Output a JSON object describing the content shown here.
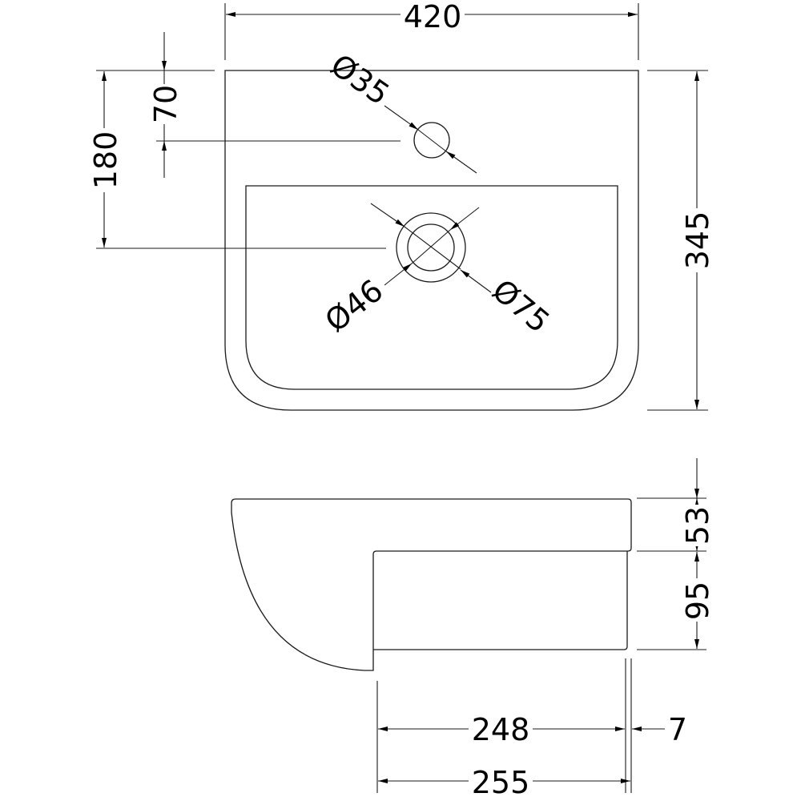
{
  "drawing": {
    "plan_view": {
      "width": "420",
      "depth": "345",
      "tap_hole_offset": "70",
      "waste_offset": "180",
      "tap_hole_diameter": "Ø35",
      "waste_inner_diameter": "Ø46",
      "waste_outer_diameter": "Ø75"
    },
    "side_view": {
      "rim_height": "53",
      "body_height": "95",
      "body_depth": "248",
      "back_offset": "7",
      "total_depth": "255"
    },
    "colors": {
      "line": "#1a1a1a",
      "background": "#ffffff"
    }
  }
}
